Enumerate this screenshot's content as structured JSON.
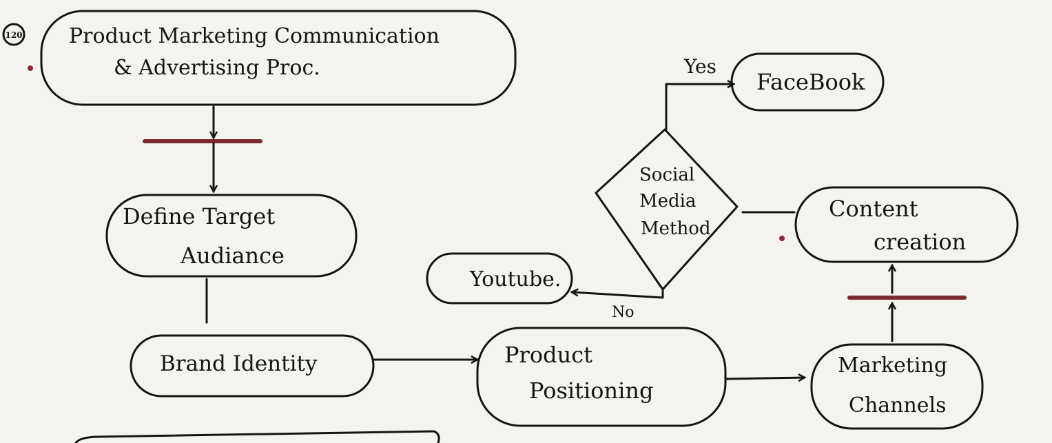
{
  "diagram": {
    "number_badge": "120",
    "nodes": {
      "title": {
        "line1": "Product  Marketing  Communication",
        "line2": "& Advertising Proc."
      },
      "define": {
        "line1": "Define  Target",
        "line2": "Audiance"
      },
      "brand": {
        "line1": "Brand  Identity"
      },
      "position": {
        "line1": "Product",
        "line2": "Positioning"
      },
      "channels": {
        "line1": "Marketing",
        "line2": "Channels"
      },
      "content": {
        "line1": "Content",
        "line2": "creation"
      },
      "decision": {
        "line1": "Social",
        "line2": "Media",
        "line3": "Method"
      },
      "facebook": {
        "line1": "FaceBook"
      },
      "youtube": {
        "line1": "Youtube."
      }
    },
    "edge_labels": {
      "yes": "Yes",
      "no": "No"
    },
    "colors": {
      "ink": "#141414",
      "bar": "#7a2a32",
      "dot": "#8a2a3a",
      "paper": "#f4f3ef"
    }
  }
}
